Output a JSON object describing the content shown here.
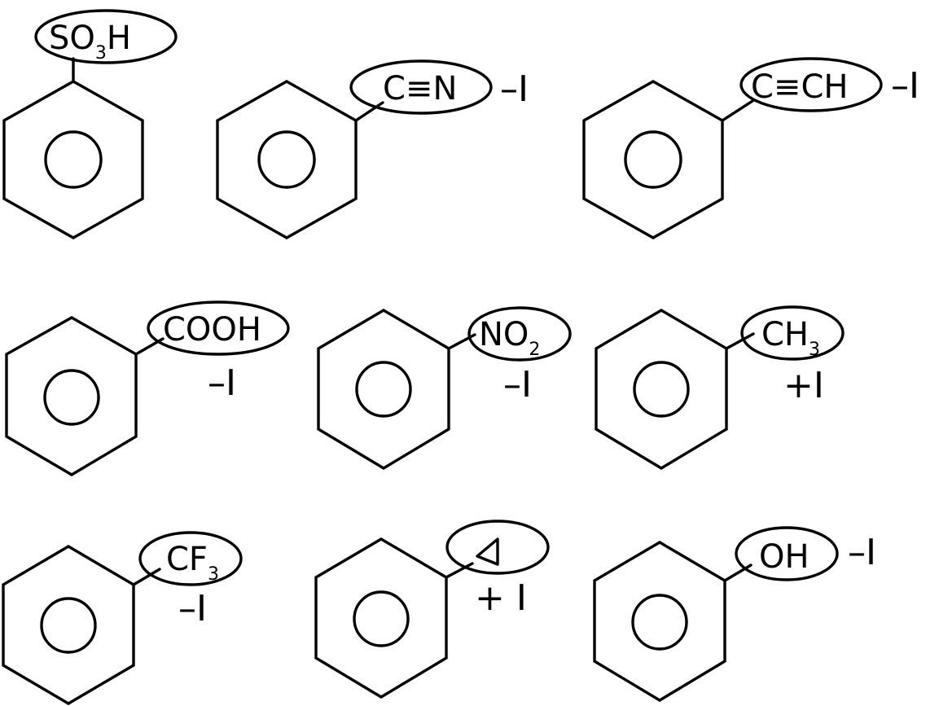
{
  "molecules": [
    {
      "name": "benzenesulfonic-acid",
      "group": "SO",
      "sub": "3",
      "tail": "H",
      "effect": ""
    },
    {
      "name": "benzonitrile",
      "group": "C≡N",
      "sub": "",
      "tail": "",
      "effect": "–I"
    },
    {
      "name": "ethynylbenzene",
      "group": "C≡CH",
      "sub": "",
      "tail": "",
      "effect": "–I"
    },
    {
      "name": "benzoic-acid",
      "group": "COOH",
      "sub": "",
      "tail": "",
      "effect": "–I"
    },
    {
      "name": "nitrobenzene",
      "group": "NO",
      "sub": "2",
      "tail": "",
      "effect": "–I"
    },
    {
      "name": "toluene",
      "group": "CH",
      "sub": "3",
      "tail": "",
      "effect": "+I"
    },
    {
      "name": "trifluoromethylbenzene",
      "group": "CF",
      "sub": "3",
      "tail": "",
      "effect": "–I"
    },
    {
      "name": "cyclopropylbenzene",
      "group": "",
      "sub": "",
      "tail": "",
      "effect": "+ I"
    },
    {
      "name": "phenol",
      "group": "OH",
      "sub": "",
      "tail": "",
      "effect": "–I"
    }
  ]
}
